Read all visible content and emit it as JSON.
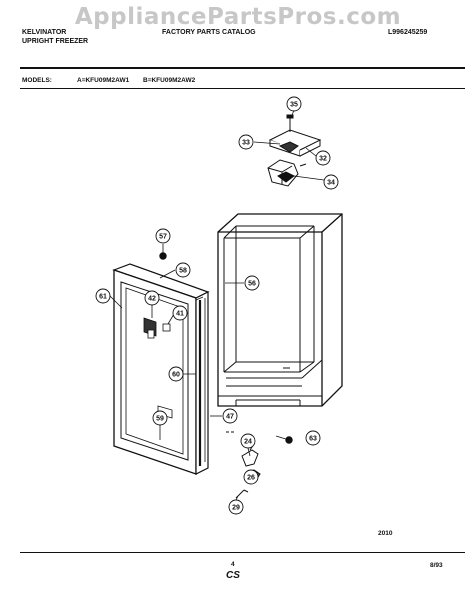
{
  "watermark": "AppliancePartsPros.com",
  "header": {
    "brand": "KELVINATOR",
    "product": "UPRIGHT FREEZER",
    "catalog": "FACTORY PARTS CATALOG",
    "doc_number": "L996245259"
  },
  "models": {
    "label": "MODELS:",
    "a": "A=KFU09M2AW1",
    "b": "B=KFU09M2AW2"
  },
  "callouts": {
    "c35": "35",
    "c33": "33",
    "c32": "32",
    "c34": "34",
    "c57": "57",
    "c58": "58",
    "c56": "56",
    "c61": "61",
    "c42": "42",
    "c41": "41",
    "c60": "60",
    "c47": "47",
    "c59": "59",
    "c24": "24",
    "c63": "63",
    "c26": "26",
    "c29": "29"
  },
  "footer": {
    "year_code": "2010",
    "page": "4",
    "brand_mark": "CS",
    "date": "8/93"
  }
}
